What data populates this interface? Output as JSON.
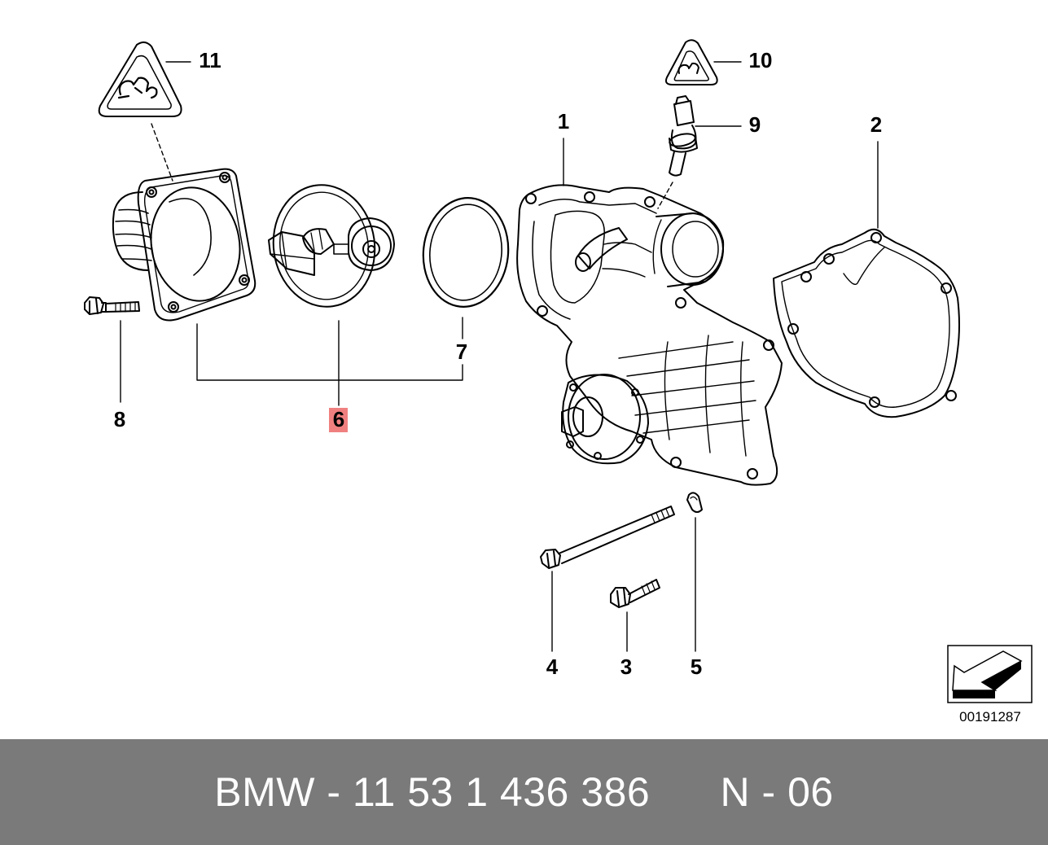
{
  "diagram": {
    "callouts": {
      "c1": "1",
      "c2": "2",
      "c3": "3",
      "c4": "4",
      "c5": "5",
      "c6": "6",
      "c7": "7",
      "c8": "8",
      "c9": "9",
      "c10": "10",
      "c11": "11"
    },
    "highlighted_callout": "6",
    "highlight_color": "#f08080",
    "image_number": "00191287"
  },
  "footer": {
    "part_label": "BMW - 11 53 1 436 386",
    "position_label": "N - 06",
    "background_color": "#7a7a7a"
  }
}
